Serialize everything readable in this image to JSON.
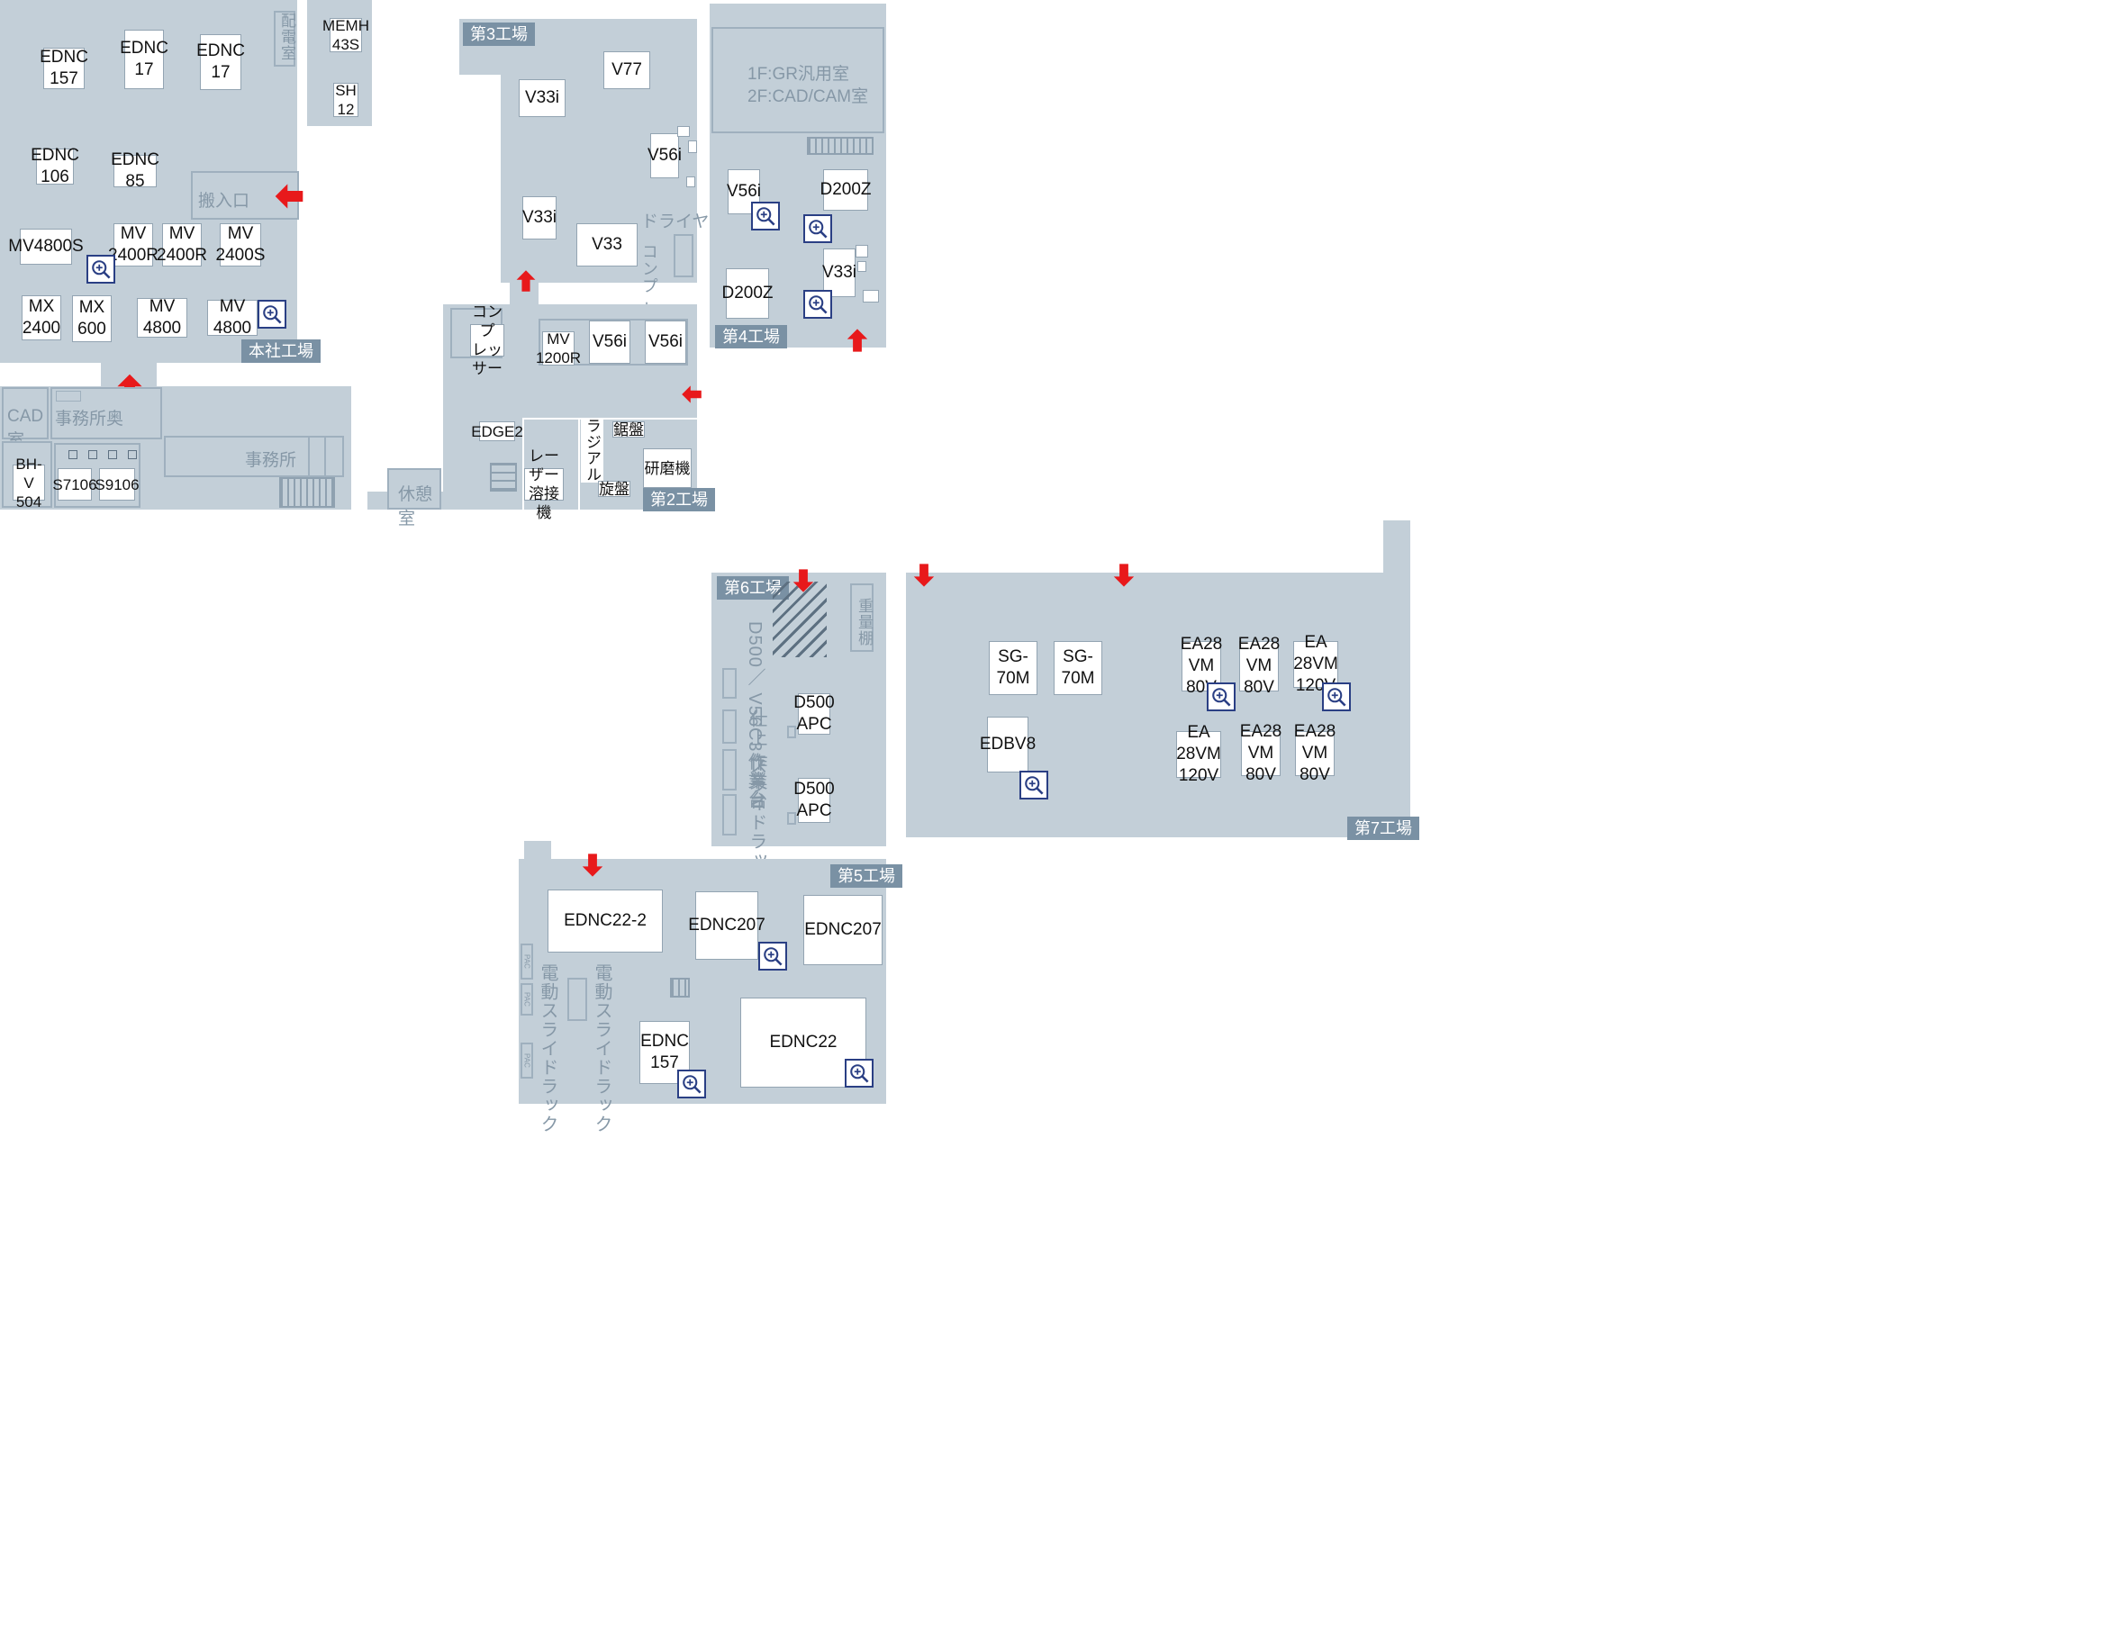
{
  "factories": {
    "honsha": {
      "label": "本社工場"
    },
    "f2": {
      "label": "第2工場"
    },
    "f3": {
      "label": "第3工場"
    },
    "f4": {
      "label": "第4工場"
    },
    "f5": {
      "label": "第5工場"
    },
    "f6": {
      "label": "第6工場"
    },
    "f7": {
      "label": "第7工場"
    }
  },
  "rooms": {
    "haiden": "配電室",
    "hannyu": "搬入口",
    "cad": "CAD室",
    "jimusho_oku": "事務所奥",
    "jimusho": "事務所",
    "kyukei": "休憩室",
    "gr_cad": "1F:GR汎用室\n2F:CAD/CAM室",
    "dryer": "ドライヤー",
    "compressor_v": "コンプ\nレッサー",
    "jyuryodana": "重量棚",
    "d500_dai": "D500／\nV56C3作業台",
    "shiage": "仕上\n作業台",
    "slide_rack": "スライドラック",
    "dendo_rack_1": "電動スライドラック",
    "dendo_rack_2": "電動スライドラック",
    "pac": "PAC"
  },
  "machines": {
    "honsha": [
      "EDNC\n157",
      "EDNC\n17",
      "EDNC\n17",
      "EDNC\n106",
      "EDNC\n85",
      "MV4800S",
      "MV\n2400R",
      "MV\n2400R",
      "MV\n2400S",
      "MX\n2400",
      "MX\n600",
      "MV\n4800",
      "MV\n4800",
      "MEMH\n43S",
      "SH\n12",
      "BH-V\n504",
      "S7106",
      "S9106"
    ],
    "f2": [
      "コンプ\nレッサー",
      "MV\n1200R",
      "V56i",
      "V56i",
      "EDGE2",
      "鋸盤",
      "ラジアル",
      "レーザー\n溶接機",
      "研磨機",
      "旋盤"
    ],
    "f3": [
      "V77",
      "V33i",
      "V56i",
      "V33i",
      "V33"
    ],
    "f4": [
      "V56i",
      "D200Z",
      "V33i",
      "D200Z"
    ],
    "f5": [
      "EDNC22-2",
      "EDNC207",
      "EDNC207",
      "EDNC\n157",
      "EDNC22"
    ],
    "f6": [
      "D500\nAPC",
      "D500\nAPC"
    ],
    "f7": [
      "SG-\n70M",
      "SG-\n70M",
      "EA28\nVM\n80V",
      "EA28\nVM\n80V",
      "EA\n28VM\n120V",
      "EDBV8",
      "EA\n28VM\n120V",
      "EA28\nVM\n80V",
      "EA28\nVM\n80V"
    ]
  },
  "icons": {
    "zoom": "zoom-in-icon",
    "arrow": "red-entrance-arrow"
  },
  "colors": {
    "floor": "#c3cfd8",
    "label_bg": "#7a91a4",
    "zoom_border": "#2a3f84",
    "arrow": "#e8191b"
  }
}
